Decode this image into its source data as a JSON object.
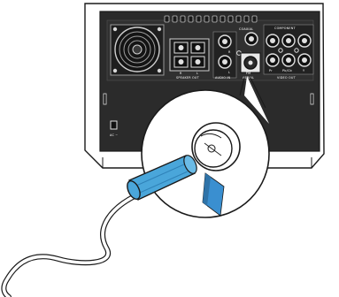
{
  "panel": {
    "speaker_channel_r": "R",
    "speaker_channel_l": "L",
    "speaker_out_label": "SPEAKER OUT",
    "audio_in_label": "AUDIO IN",
    "audio_in_r": "R",
    "audio_in_l": "L",
    "coaxial_label": "COAXIAL",
    "fm_label": "FM",
    "fm_aerial_label": "AERIAL",
    "component_label": "COMPONENT",
    "video_out_label": "VIDEO OUT",
    "port_pr": "Pr",
    "port_pb": "Pb/Cb",
    "port_y": "Y",
    "ac_label": "AC ~"
  },
  "colors": {
    "panel": "#2b2b2b",
    "outline": "#1a1a1a",
    "plug": "#4aa6da",
    "plug_dark": "#2f82b8",
    "arrow": "#3a8fd0"
  },
  "icons": {
    "fan": "cooling-fan-grille",
    "arrow": "insert-direction-arrow"
  }
}
